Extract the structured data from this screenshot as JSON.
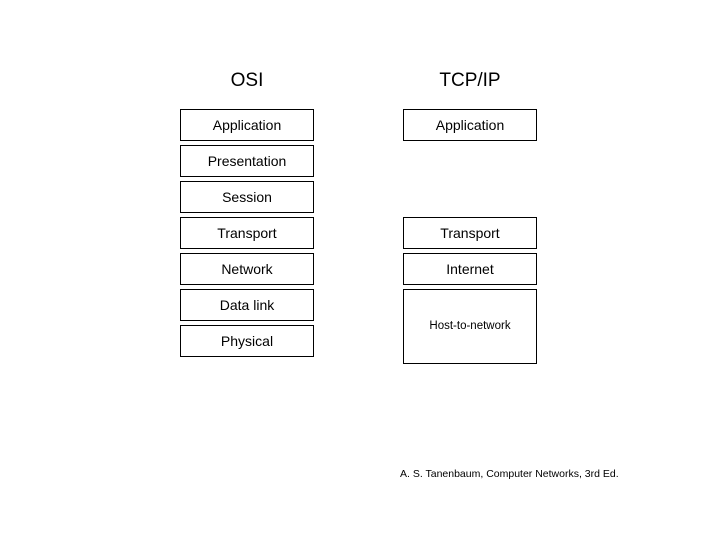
{
  "slide": {
    "background_color": "#ffffff",
    "text_color": "#000000",
    "border_color": "#000000"
  },
  "columns": [
    {
      "id": "osi",
      "heading": "OSI",
      "layers": [
        {
          "label": "Application",
          "size": "standard"
        },
        {
          "label": "Presentation",
          "size": "standard"
        },
        {
          "label": "Session",
          "size": "standard"
        },
        {
          "label": "Transport",
          "size": "standard"
        },
        {
          "label": "Network",
          "size": "standard"
        },
        {
          "label": "Data link",
          "size": "standard"
        },
        {
          "label": "Physical",
          "size": "standard"
        }
      ]
    },
    {
      "id": "tcpip",
      "heading": "TCP/IP",
      "layers": [
        {
          "label": "Application",
          "size": "standard"
        },
        {
          "label": "Transport",
          "size": "standard"
        },
        {
          "label": "Internet",
          "size": "standard"
        },
        {
          "label": "Host-to-network",
          "size": "tall"
        }
      ]
    }
  ],
  "attribution": "A. S. Tanenbaum, Computer Networks, 3rd Ed."
}
